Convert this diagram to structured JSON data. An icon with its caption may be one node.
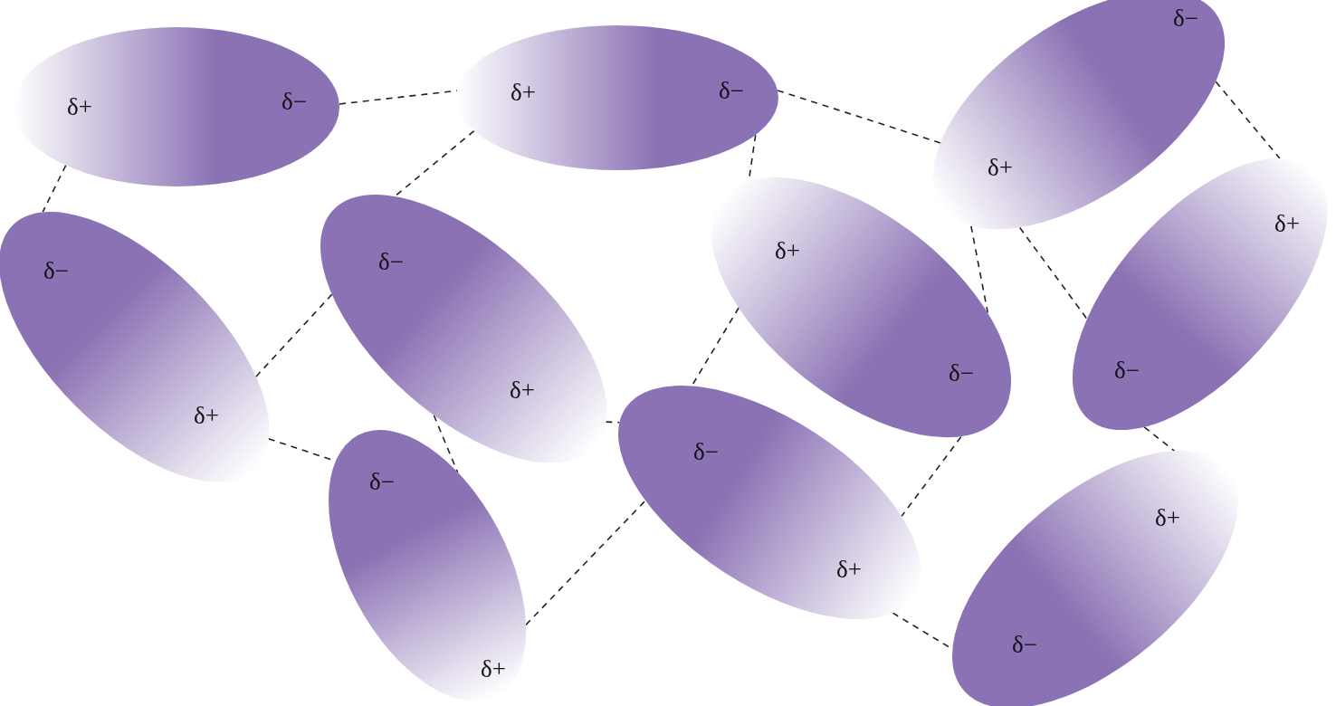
{
  "diagram": {
    "nodes": [
      {
        "text": [
          "δ+",
          "δ−"
        ]
      },
      {
        "text": [
          "δ+",
          "δ−"
        ]
      },
      {
        "text": [
          "δ−",
          "δ+"
        ]
      },
      {
        "text": [
          "δ−",
          "δ+"
        ]
      },
      {
        "text": [
          "δ−",
          "δ+"
        ]
      },
      {
        "text": [
          "δ+",
          "δ−"
        ]
      },
      {
        "text": [
          "δ+",
          "δ−"
        ]
      },
      {
        "text": [
          "δ−",
          "δ+"
        ]
      },
      {
        "text": [
          "δ−",
          "δ+"
        ]
      },
      {
        "text": [
          "δ+",
          "δ−"
        ]
      }
    ],
    "edges": [
      {
        "from": 0,
        "to": 1,
        "arrow": "none",
        "style": "dashed"
      },
      {
        "from": 1,
        "to": 2,
        "arrow": "none",
        "style": "dashed"
      },
      {
        "from": 0,
        "to": 3,
        "arrow": "none",
        "style": "dashed"
      },
      {
        "from": 1,
        "to": 4,
        "arrow": "none",
        "style": "dashed"
      },
      {
        "from": 1,
        "to": 5,
        "arrow": "none",
        "style": "dashed"
      },
      {
        "from": 2,
        "to": 5,
        "arrow": "none",
        "style": "dashed"
      },
      {
        "from": 2,
        "to": 6,
        "arrow": "none",
        "style": "dashed"
      },
      {
        "from": 2,
        "to": 6,
        "arrow": "none",
        "style": "dashed"
      },
      {
        "from": 3,
        "to": 4,
        "arrow": "none",
        "style": "dashed"
      },
      {
        "from": 3,
        "to": 7,
        "arrow": "none",
        "style": "dashed"
      },
      {
        "from": 4,
        "to": 7,
        "arrow": "none",
        "style": "dashed"
      },
      {
        "from": 4,
        "to": 8,
        "arrow": "none",
        "style": "dashed"
      },
      {
        "from": 5,
        "to": 8,
        "arrow": "none",
        "style": "dashed"
      },
      {
        "from": 5,
        "to": 8,
        "arrow": "none",
        "style": "dashed"
      },
      {
        "from": 6,
        "to": 9,
        "arrow": "none",
        "style": "dashed"
      },
      {
        "from": 7,
        "to": 8,
        "arrow": "none",
        "style": "dashed"
      },
      {
        "from": 8,
        "to": 9,
        "arrow": "none",
        "style": "dashed"
      }
    ]
  }
}
